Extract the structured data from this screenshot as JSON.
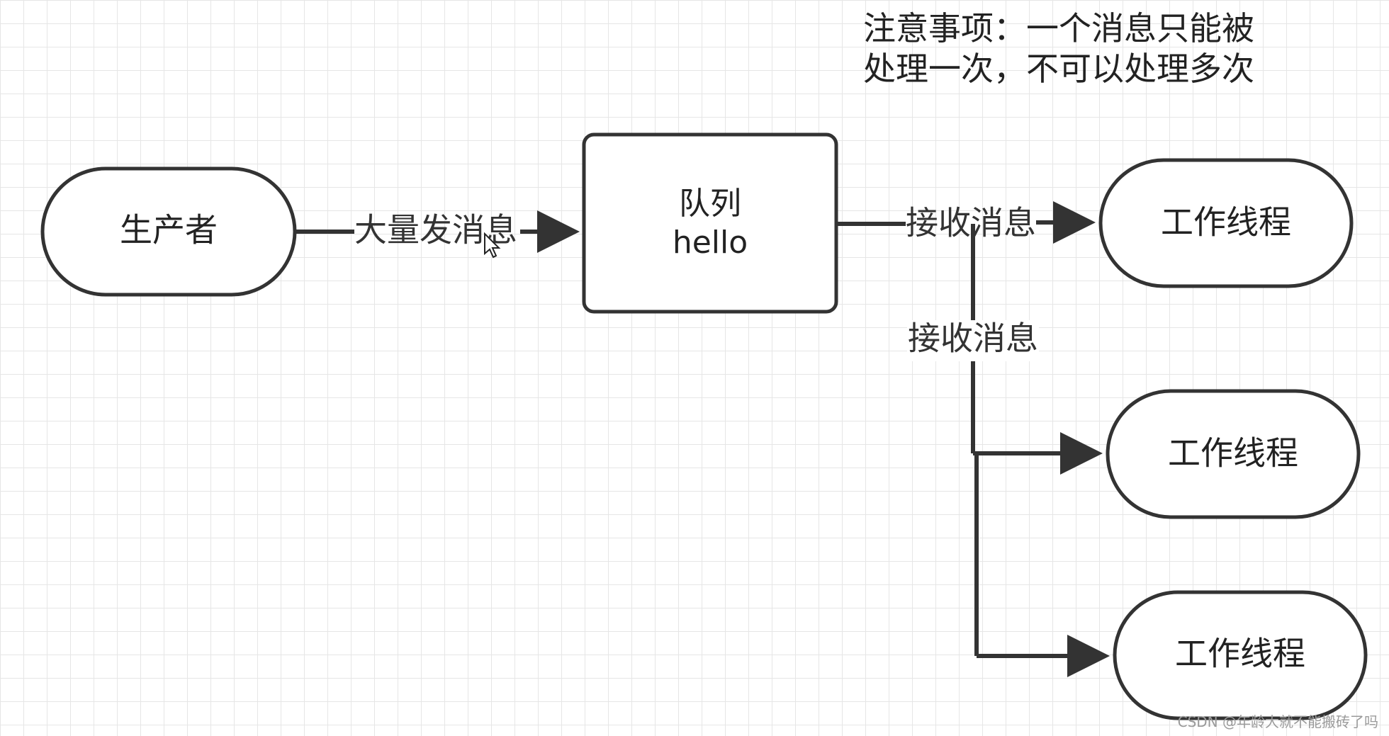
{
  "note": {
    "line1": "注意事项：一个消息只能被",
    "line2": "处理一次，不可以处理多次"
  },
  "nodes": {
    "producer": "生产者",
    "queue_line1": "队列",
    "queue_line2": "hello",
    "worker1": "工作线程",
    "worker2": "工作线程",
    "worker3": "工作线程"
  },
  "edges": {
    "send_label": "大量发消息",
    "receive_label_1": "接收消息",
    "receive_label_2": "接收消息"
  },
  "watermark": "CSDN @年龄大就不能搬砖了吗",
  "colors": {
    "stroke": "#333333",
    "grid": "#e6e6e6",
    "background": "#ffffff"
  }
}
